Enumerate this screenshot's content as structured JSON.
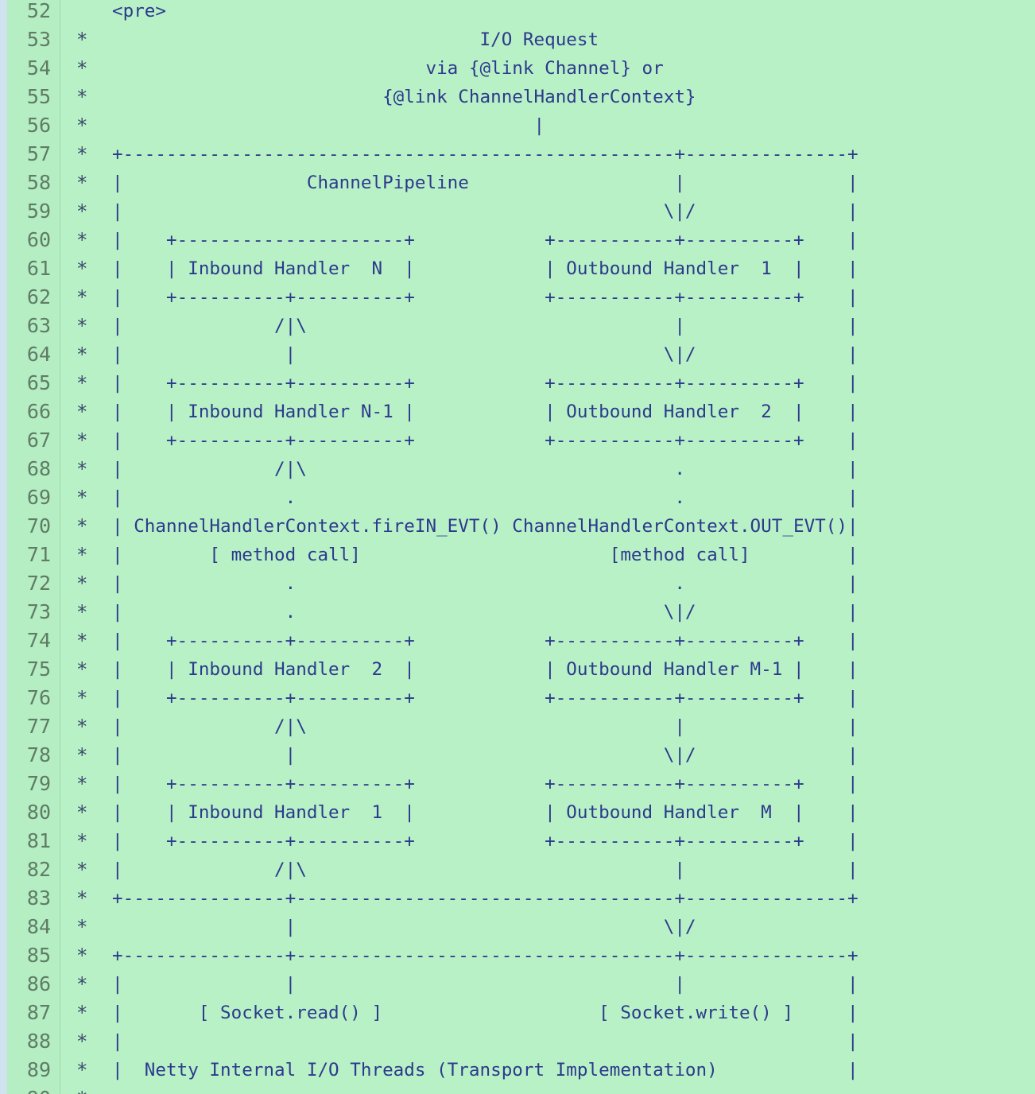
{
  "editor": {
    "lines": [
      {
        "n": "52",
        "star": "",
        "text": "<pre>"
      },
      {
        "n": "53",
        "star": "*",
        "text": "                                  I/O Request"
      },
      {
        "n": "54",
        "star": "*",
        "text": "                             via {@link Channel} or"
      },
      {
        "n": "55",
        "star": "*",
        "text": "                         {@link ChannelHandlerContext}"
      },
      {
        "n": "56",
        "star": "*",
        "text": "                                       |"
      },
      {
        "n": "57",
        "star": "*",
        "text": "+---------------------------------------------------+---------------+"
      },
      {
        "n": "58",
        "star": "*",
        "text": "|                 ChannelPipeline                   |               |"
      },
      {
        "n": "59",
        "star": "*",
        "text": "|                                                  \\|/              |"
      },
      {
        "n": "60",
        "star": "*",
        "text": "|    +---------------------+            +-----------+----------+    |"
      },
      {
        "n": "61",
        "star": "*",
        "text": "|    | Inbound Handler  N  |            | Outbound Handler  1  |    |"
      },
      {
        "n": "62",
        "star": "*",
        "text": "|    +----------+----------+            +-----------+----------+    |"
      },
      {
        "n": "63",
        "star": "*",
        "text": "|              /|\\                                  |               |"
      },
      {
        "n": "64",
        "star": "*",
        "text": "|               |                                  \\|/              |"
      },
      {
        "n": "65",
        "star": "*",
        "text": "|    +----------+----------+            +-----------+----------+    |"
      },
      {
        "n": "66",
        "star": "*",
        "text": "|    | Inbound Handler N-1 |            | Outbound Handler  2  |    |"
      },
      {
        "n": "67",
        "star": "*",
        "text": "|    +----------+----------+            +-----------+----------+    |"
      },
      {
        "n": "68",
        "star": "*",
        "text": "|              /|\\                                  .               |"
      },
      {
        "n": "69",
        "star": "*",
        "text": "|               .                                   .               |"
      },
      {
        "n": "70",
        "star": "*",
        "text": "| ChannelHandlerContext.fireIN_EVT() ChannelHandlerContext.OUT_EVT()|"
      },
      {
        "n": "71",
        "star": "*",
        "text": "|        [ method call]                       [method call]         |"
      },
      {
        "n": "72",
        "star": "*",
        "text": "|               .                                   .               |"
      },
      {
        "n": "73",
        "star": "*",
        "text": "|               .                                  \\|/              |"
      },
      {
        "n": "74",
        "star": "*",
        "text": "|    +----------+----------+            +-----------+----------+    |"
      },
      {
        "n": "75",
        "star": "*",
        "text": "|    | Inbound Handler  2  |            | Outbound Handler M-1 |    |"
      },
      {
        "n": "76",
        "star": "*",
        "text": "|    +----------+----------+            +-----------+----------+    |"
      },
      {
        "n": "77",
        "star": "*",
        "text": "|              /|\\                                  |               |"
      },
      {
        "n": "78",
        "star": "*",
        "text": "|               |                                  \\|/              |"
      },
      {
        "n": "79",
        "star": "*",
        "text": "|    +----------+----------+            +-----------+----------+    |"
      },
      {
        "n": "80",
        "star": "*",
        "text": "|    | Inbound Handler  1  |            | Outbound Handler  M  |    |"
      },
      {
        "n": "81",
        "star": "*",
        "text": "|    +----------+----------+            +-----------+----------+    |"
      },
      {
        "n": "82",
        "star": "*",
        "text": "|              /|\\                                  |               |"
      },
      {
        "n": "83",
        "star": "*",
        "text": "+---------------+-----------------------------------+---------------+"
      },
      {
        "n": "84",
        "star": "*",
        "text": "                |                                  \\|/"
      },
      {
        "n": "85",
        "star": "*",
        "text": "+---------------+-----------------------------------+---------------+"
      },
      {
        "n": "86",
        "star": "*",
        "text": "|               |                                   |               |"
      },
      {
        "n": "87",
        "star": "*",
        "text": "|       [ Socket.read() ]                    [ Socket.write() ]     |"
      },
      {
        "n": "88",
        "star": "*",
        "text": "|                                                                   |"
      },
      {
        "n": "89",
        "star": "*",
        "text": "|  Netty Internal I/O Threads (Transport Implementation)            |"
      },
      {
        "n": "90",
        "star": "*",
        "text": "+-------------------------------------------------------------------+"
      }
    ]
  },
  "colors": {
    "background": "#b9f1c7",
    "text": "#2c3a8c",
    "line_number": "#607b66"
  }
}
